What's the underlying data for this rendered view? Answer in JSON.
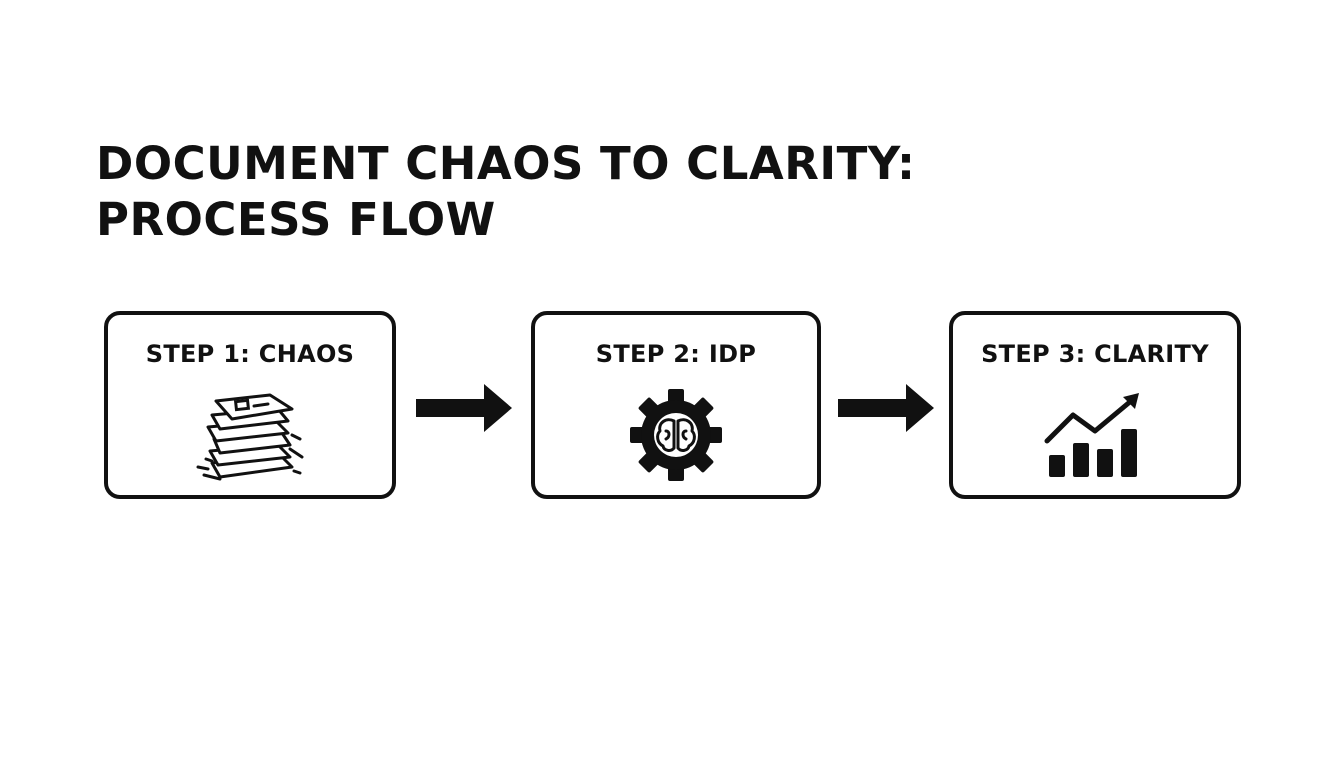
{
  "title": {
    "line1": "DOCUMENT CHAOS TO CLARITY:",
    "line2": "PROCESS FLOW"
  },
  "steps": [
    {
      "label": "STEP 1: CHAOS",
      "icon": "document-stack-icon"
    },
    {
      "label": "STEP 2: IDP",
      "icon": "gear-brain-icon"
    },
    {
      "label": "STEP 3: CLARITY",
      "icon": "growth-chart-icon"
    }
  ],
  "connectors": [
    "arrow-right-icon",
    "arrow-right-icon"
  ],
  "colors": {
    "ink": "#111111",
    "background": "#ffffff"
  }
}
